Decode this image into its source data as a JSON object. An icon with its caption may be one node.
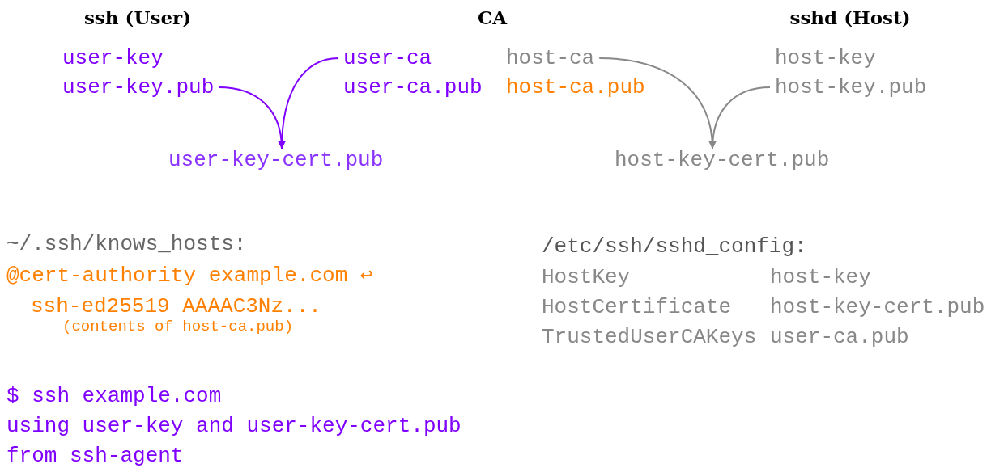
{
  "diagram": {
    "nodes": [
      {
        "text": [
          "user-ca"
        ]
      },
      {
        "text": [
          "host-ca"
        ]
      },
      {
        "text": [
          "user-key.pub"
        ]
      },
      {
        "text": [
          "host-key.pub"
        ]
      },
      {
        "text": [
          "user-key-cert.pub"
        ]
      },
      {
        "text": [
          "host-key-cert.pub"
        ]
      }
    ],
    "edges": [
      {
        "from": 2,
        "to": 4,
        "arrow": "to",
        "color": "#8000ff"
      },
      {
        "from": 0,
        "to": 4,
        "arrow": "to",
        "color": "#8000ff"
      },
      {
        "from": 1,
        "to": 5,
        "arrow": "to",
        "color": "#888888"
      },
      {
        "from": 3,
        "to": 5,
        "arrow": "to",
        "color": "#888888"
      }
    ],
    "labels": [
      "ssh (User)",
      "CA",
      "sshd (Host)",
      "user-key",
      "host-key",
      "user-ca.pub",
      "host-ca.pub",
      "~/.ssh/knows_hosts:",
      "/etc/ssh/sshd_config:",
      "@cert-authority example.com ↩",
      "HostKey",
      "host-key",
      "ssh-ed25519 AAAAC3Nz...",
      "HostCertificate",
      "host-key-cert.pub",
      "(contents of host-ca.pub)",
      "TrustedUserCAKeys",
      "user-ca.pub",
      "$ ssh example.com",
      "using user-key and user-key-cert.pub",
      "from ssh-agent"
    ]
  }
}
